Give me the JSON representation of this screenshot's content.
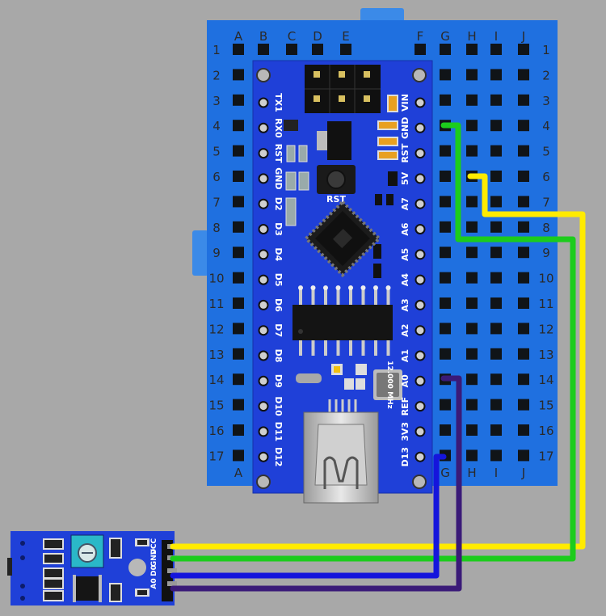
{
  "breadboard": {
    "columns": [
      "A",
      "B",
      "C",
      "D",
      "E",
      "F",
      "G",
      "H",
      "I",
      "J"
    ],
    "rows": [
      "1",
      "2",
      "3",
      "4",
      "5",
      "6",
      "7",
      "8",
      "9",
      "10",
      "11",
      "12",
      "13",
      "14",
      "15",
      "16",
      "17"
    ]
  },
  "nano": {
    "left_pins": [
      "TX1",
      "RX0",
      "RST",
      "GND",
      "D2",
      "D3",
      "D4",
      "D5",
      "D6",
      "D7",
      "D8",
      "D9",
      "D10",
      "D11",
      "D12"
    ],
    "right_pins": [
      "VIN",
      "GND",
      "RST",
      "5V",
      "A7",
      "A6",
      "A5",
      "A4",
      "A3",
      "A2",
      "A1",
      "A0",
      "REF",
      "3V3",
      "D13"
    ],
    "button_label": "RST",
    "crystal_label": "12.000 MHz"
  },
  "sensor": {
    "pins": [
      "VCC",
      "GND",
      "D0",
      "A0"
    ]
  },
  "wires": [
    {
      "name": "yellow",
      "color": "#ffeb00",
      "from": "5V",
      "to": "VCC"
    },
    {
      "name": "green",
      "color": "#1ccc1c",
      "from": "GND",
      "to": "GND"
    },
    {
      "name": "blue",
      "color": "#1515dc",
      "from": "D13",
      "to": "D0"
    },
    {
      "name": "purple",
      "color": "#3a1a78",
      "from": "A0",
      "to": "A0"
    }
  ],
  "colors": {
    "board_blue": "#1f70e0",
    "nano_blue": "#1f40d8",
    "background": "#a8a8a8"
  }
}
